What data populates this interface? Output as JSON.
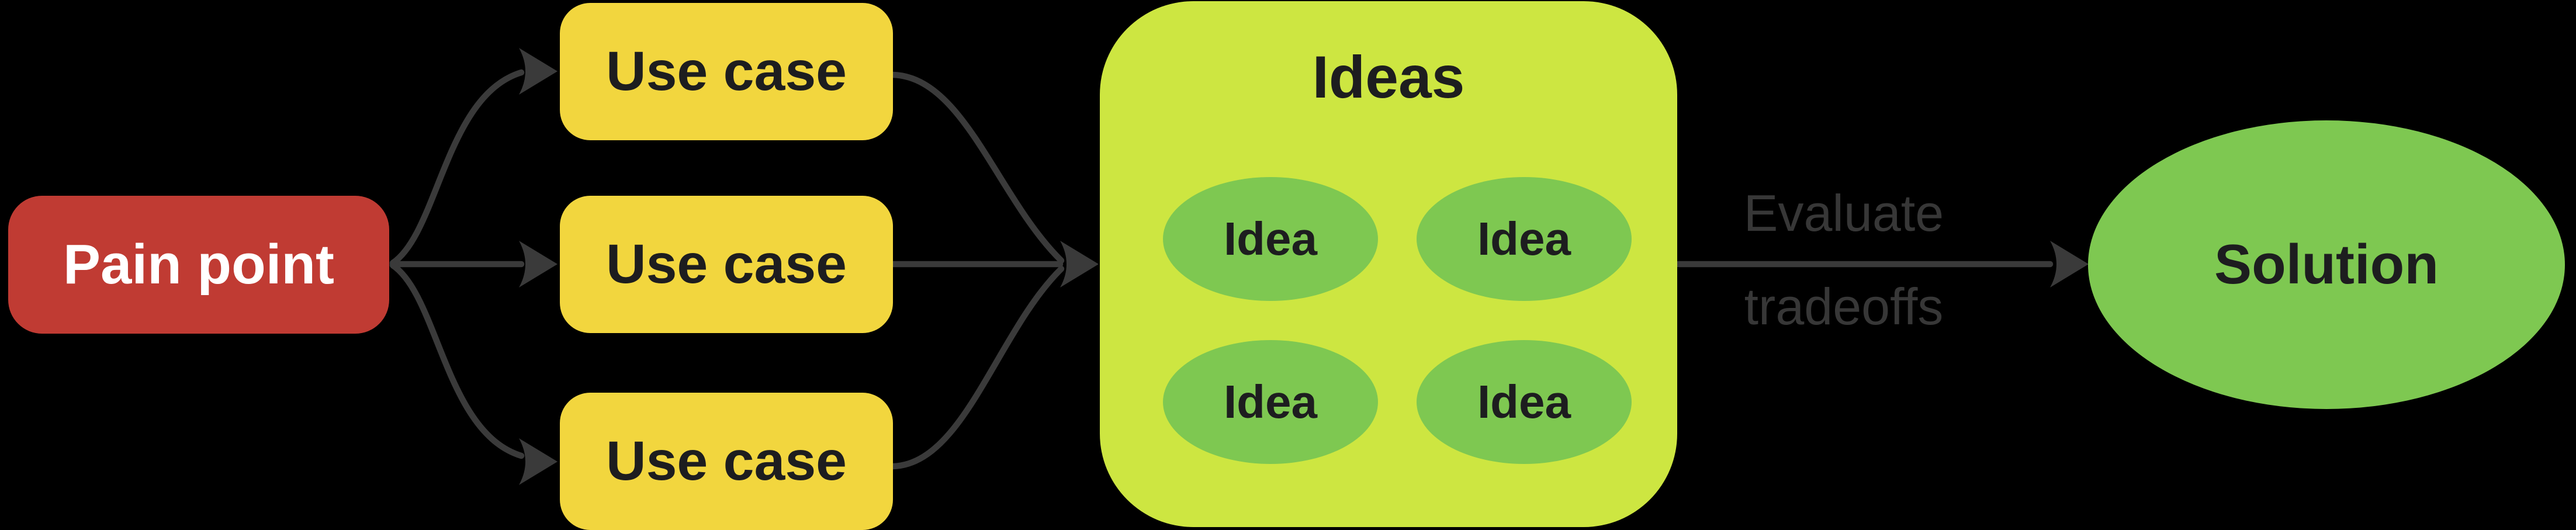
{
  "nodes": {
    "pain_point": {
      "label": "Pain point"
    },
    "use_cases": [
      {
        "label": "Use case"
      },
      {
        "label": "Use case"
      },
      {
        "label": "Use case"
      }
    ],
    "ideas_group": {
      "title": "Ideas",
      "ideas": [
        {
          "label": "Idea"
        },
        {
          "label": "Idea"
        },
        {
          "label": "Idea"
        },
        {
          "label": "Idea"
        }
      ]
    },
    "solution": {
      "label": "Solution"
    }
  },
  "edge_label": {
    "line1": "Evaluate",
    "line2": "tradeoffs"
  },
  "colors": {
    "bg": "#000000",
    "red": "#c03b33",
    "yellow": "#f2d63e",
    "chartreuse": "#cde641",
    "green": "#7ec851",
    "ink": "#1d1d1f",
    "white": "#ffffff",
    "line": "#3a3a3a",
    "label": "#373737"
  }
}
